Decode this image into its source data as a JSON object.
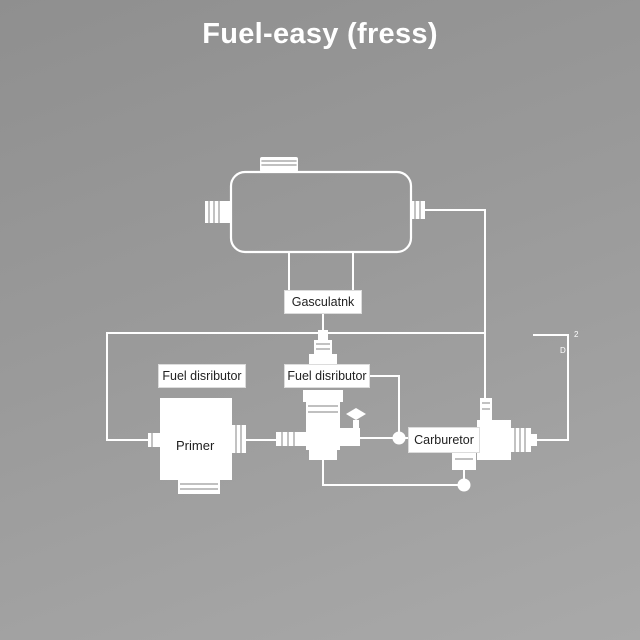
{
  "title": "Fuel-easy (fress)",
  "labels": {
    "tank": "Gasculatnk",
    "fuel_distributor_left": "Fuel disributor",
    "fuel_distributor_right": "Fuel disributor",
    "primer": "Primer",
    "carburetor": "Carburetor"
  },
  "marks": {
    "corner_number": "2",
    "corner_letter": "D"
  },
  "colors": {
    "line": "#ffffff",
    "background": "#9a9a9a"
  }
}
